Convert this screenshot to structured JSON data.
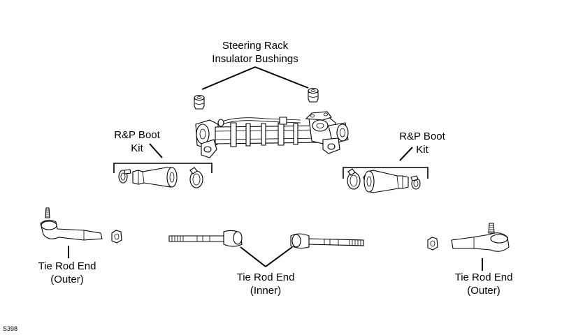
{
  "labels": {
    "insulator_bushings": {
      "line1": "Steering Rack",
      "line2": "Insulator Bushings"
    },
    "boot_kit_left": {
      "line1": "R&P Boot",
      "line2": "Kit"
    },
    "boot_kit_right": {
      "line1": "R&P Boot",
      "line2": "Kit"
    },
    "tie_rod_outer_left": {
      "line1": "Tie Rod End",
      "line2": "(Outer)"
    },
    "tie_rod_inner": {
      "line1": "Tie Rod End",
      "line2": "(Inner)"
    },
    "tie_rod_outer_right": {
      "line1": "Tie Rod End",
      "line2": "(Outer)"
    }
  },
  "figure_code": "S398"
}
